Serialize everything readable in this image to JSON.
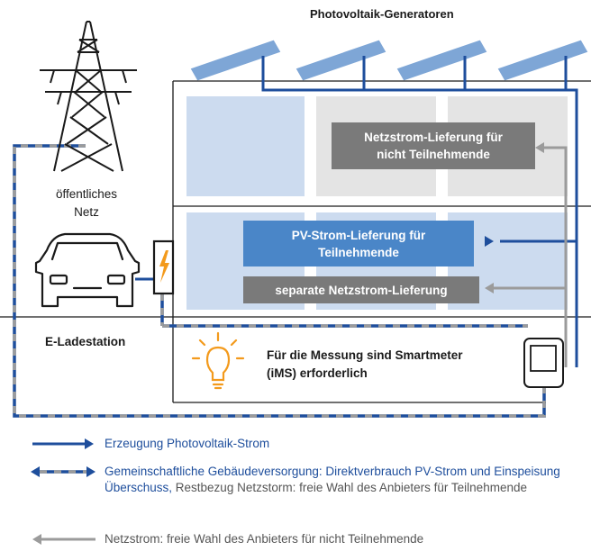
{
  "colors": {
    "dark_blue": "#1e4e9c",
    "mid_blue": "#4a86c8",
    "light_blue": "#ccdbef",
    "grey_box": "#7a7a7a",
    "light_grey": "#e4e4e4",
    "arrow_grey": "#9b9b9b",
    "orange": "#f39a1c"
  },
  "labels": {
    "pv_generators": "Photovoltaik-Generatoren",
    "public_grid_line1": "öffentliches",
    "public_grid_line2": "Netz",
    "charging_station": "E-Ladestation",
    "grid_supply_line1": "Netzstrom-Lieferung für",
    "grid_supply_line2": "nicht Teilnehmende",
    "pv_supply_line1": "PV-Strom-Lieferung für",
    "pv_supply_line2": "Teilnehmende",
    "separate_grid_supply": "separate Netzstrom-Lieferung",
    "smartmeter_line1": "Für die Messung sind Smartmeter",
    "smartmeter_line2": "(iMS) erforderlich"
  },
  "icons": {
    "tower": "power-pylon-icon",
    "car": "car-icon",
    "charger": "lightning-icon",
    "bulb": "lightbulb-icon",
    "meter": "smartmeter-icon"
  },
  "legend": {
    "item1": "Erzeugung Photovoltaik-Strom",
    "item2_blue": "Gemeinschaftliche Gebäudeversorgung: Direktverbrauch PV-Strom und Einspeisung Überschuss,",
    "item2_grey": " Restbezug Netzstorm: freie Wahl des Anbieters für Teilnehmende",
    "item3": "Netzstrom: freie Wahl des Anbieters für nicht Teilnehmende"
  }
}
